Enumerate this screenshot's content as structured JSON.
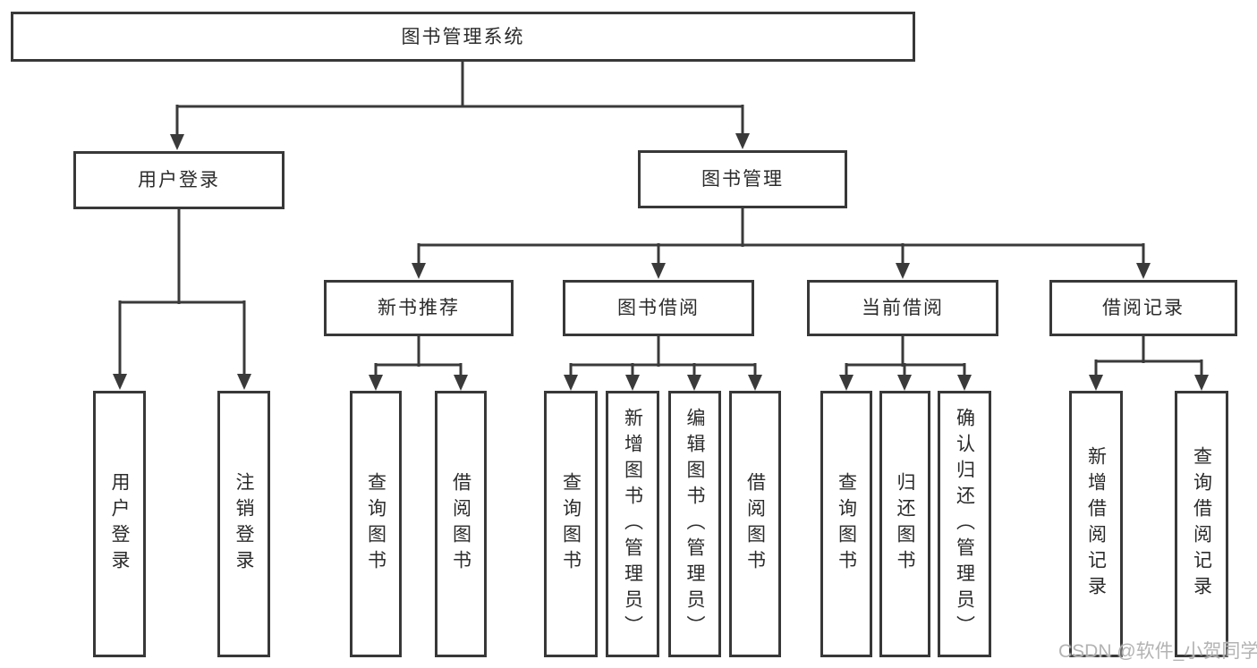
{
  "diagram_title": "图书管理系统",
  "colors": {
    "line": "#3a3a3a",
    "box_border": "#383838",
    "text": "#2b2b2b",
    "background": "#ffffff",
    "watermark": "#afafaf"
  },
  "watermark": {
    "text": "CSDN @软件_小贺同学"
  },
  "tree": {
    "root": {
      "label": "图书管理系统"
    },
    "branches": [
      {
        "label": "用户登录",
        "children": [
          {
            "label": "用户登录"
          },
          {
            "label": "注销登录"
          }
        ]
      },
      {
        "label": "图书管理",
        "children": [
          {
            "label": "新书推荐",
            "children": [
              {
                "label": "查询图书"
              },
              {
                "label": "借阅图书"
              }
            ]
          },
          {
            "label": "图书借阅",
            "children": [
              {
                "label": "查询图书"
              },
              {
                "label": "新增图书（管理员）"
              },
              {
                "label": "编辑图书（管理员）"
              },
              {
                "label": "借阅图书"
              }
            ]
          },
          {
            "label": "当前借阅",
            "children": [
              {
                "label": "查询图书"
              },
              {
                "label": "归还图书"
              },
              {
                "label": "确认归还（管理员）"
              }
            ]
          },
          {
            "label": "借阅记录",
            "children": [
              {
                "label": "新增借阅记录"
              },
              {
                "label": "查询借阅记录"
              }
            ]
          }
        ]
      }
    ]
  }
}
